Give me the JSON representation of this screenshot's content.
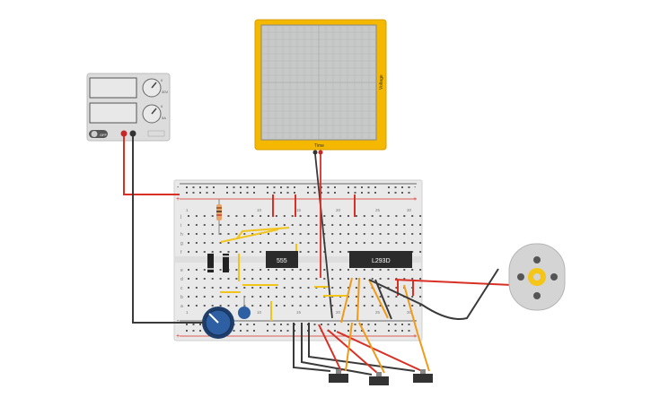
{
  "oscilloscope": {
    "time_label": "Time",
    "voltage_label": "Voltage"
  },
  "power_supply": {
    "knob_marks_top": [
      "0",
      "30V"
    ],
    "knob_marks_bottom": [
      "0",
      "5A"
    ],
    "off_label": "OFF"
  },
  "breadboard": {
    "row_letters_top": [
      "j",
      "i",
      "h",
      "g",
      "f"
    ],
    "row_letters_bottom": [
      "e",
      "d",
      "c",
      "b",
      "a"
    ],
    "column_numbers": [
      "1",
      "5",
      "10",
      "15",
      "20",
      "25",
      "30"
    ],
    "rail_minus": "-",
    "rail_plus": "+"
  },
  "chips": {
    "timer_label": "555",
    "driver_label": "L293D"
  },
  "colors": {
    "scope_frame": "#f5b800",
    "scope_screen": "#c7c9c9",
    "breadboard": "#e9e9e9",
    "red_wire": "#d93025",
    "black_wire": "#3a3a3a",
    "yellow_wire": "#f2c318",
    "orange_wire": "#f09a1a",
    "pot_knob": "#2e5fa3",
    "motor_body": "#d4d4d4",
    "motor_gear": "#f5c518"
  }
}
